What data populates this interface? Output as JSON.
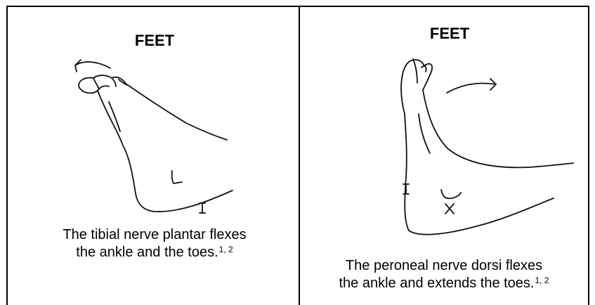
{
  "left_panel": {
    "heading": "FEET",
    "caption_line1": "The tibial nerve plantar flexes",
    "caption_line2": "the ankle and the  toes.",
    "caption_superscript": "1, 2",
    "drawing_icon": "foot-plantar-flexion-drawing"
  },
  "right_panel": {
    "heading": "FEET",
    "caption_line1": "The peroneal nerve dorsi flexes",
    "caption_line2": "the ankle and extends the toes.",
    "caption_superscript": "1, 2",
    "drawing_icon": "foot-dorsiflexion-drawing"
  },
  "colors": {
    "border": "#000000",
    "ink": "#111111"
  }
}
